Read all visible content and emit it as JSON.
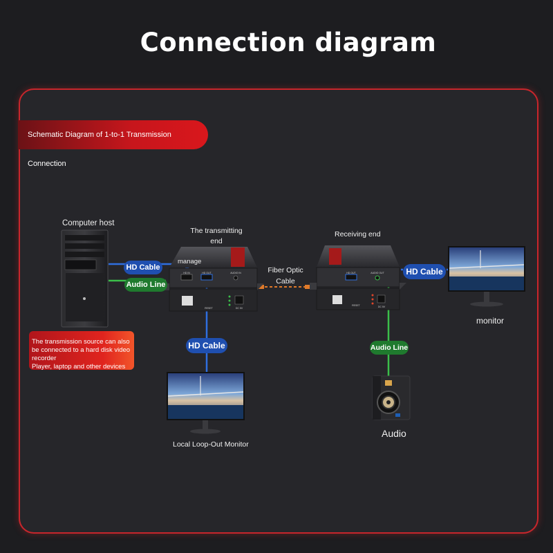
{
  "title": "Connection diagram",
  "banner": "Schematic Diagram of 1-to-1 Transmission Connection",
  "labels": {
    "computer_host": "Computer host",
    "transmitting_end": "The transmitting end",
    "receiving_end": "Receiving end",
    "fiber_optic_cable": "Fiber Optic Cable",
    "monitor": "monitor",
    "audio": "Audio",
    "local_loop_out_monitor": "Local Loop-Out Monitor",
    "manage": "manage"
  },
  "cables": {
    "hd_cable_host": "HD Cable",
    "audio_line_host": "Audio Line",
    "hd_cable_loop": "HD Cable",
    "hd_cable_monitor": "HD Cable",
    "audio_line_speaker": "Audio Line"
  },
  "note": {
    "line1": "The transmission source can also be connected to a hard disk video recorder",
    "line2": "Player, laptop and other devices"
  },
  "device_ports": {
    "tx_hd_in": "HD IN",
    "tx_hd_out": "HD OUT",
    "tx_audio_in": "AUDIO IN",
    "tx_reset": "RESET",
    "tx_dc": "DC 5V",
    "rx_hd_out": "HD OUT",
    "rx_audio_out": "AUDIO OUT",
    "rx_reset": "RESET",
    "rx_dc": "DC 5V"
  },
  "colors": {
    "panel_border": "#c8262c",
    "hd_cable": "#2f6fe0",
    "audio_line": "#3bbf4a",
    "fiber_optic": "#e07a2a",
    "banner": "#c7161c"
  }
}
